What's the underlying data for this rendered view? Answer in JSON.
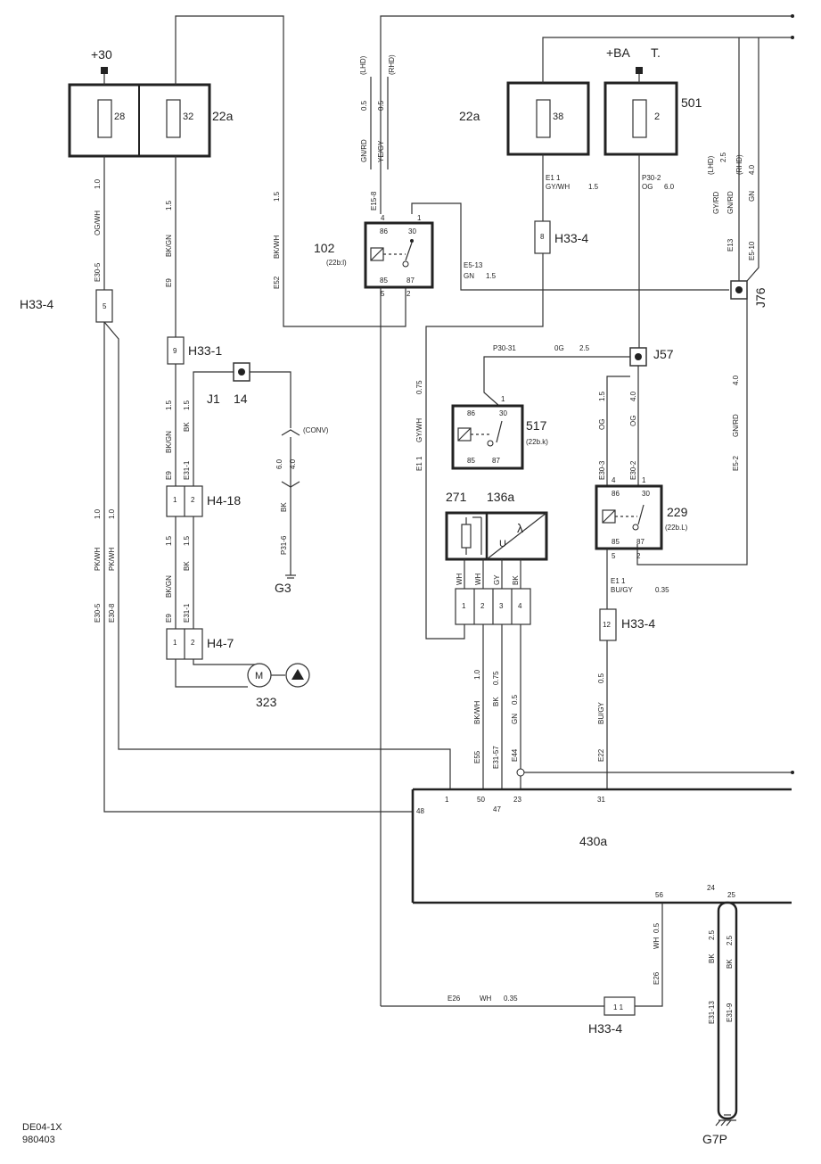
{
  "document": {
    "code": "DE04-1X",
    "date": "980403"
  },
  "power": {
    "plus30": "+30",
    "batt_a": "+BA",
    "batt_b": "T."
  },
  "components": {
    "fusebox_left": {
      "fuse_a": "28",
      "fuse_b": "32",
      "label": "22a"
    },
    "fusebox_right": {
      "fuse": "38",
      "label": "22a"
    },
    "fuse_501": {
      "fuse": "2",
      "label": "501"
    },
    "relay_102": {
      "id": "102",
      "loc": "(22b:l)",
      "p86": "86",
      "p30": "30",
      "p85": "85",
      "p87": "87",
      "pin4": "4",
      "pin1": "1",
      "pin5": "5",
      "pin2": "2"
    },
    "relay_517": {
      "id": "517",
      "loc": "(22b.k)",
      "p86": "86",
      "p30": "30",
      "p85": "85",
      "p87": "87",
      "pin1": "1"
    },
    "relay_229": {
      "id": "229",
      "loc": "(22b.L)",
      "p86": "86",
      "p30": "30",
      "p85": "85",
      "p87": "87",
      "pin4": "4",
      "pin1": "1",
      "pin5": "5",
      "pin2": "2"
    },
    "sensor_271": "271",
    "sensor_136a": "136a",
    "sensor_u": "U",
    "sensor_pins": [
      "1",
      "2",
      "3",
      "4"
    ],
    "ecu": {
      "id": "430a",
      "pins_top": [
        "48",
        "1",
        "50",
        "47",
        "23",
        "31"
      ],
      "pins_bottom": [
        "56",
        "24",
        "25"
      ]
    },
    "motor": {
      "id": "323",
      "symbol": "M"
    },
    "junction_j1": {
      "id": "J1",
      "num": "14"
    },
    "junction_j57": "J57",
    "junction_j76": "J76",
    "ground_g3": "G3",
    "ground_g7p": "G7P"
  },
  "connectors": {
    "h33_4_left": {
      "label": "H33-4",
      "pin": "5"
    },
    "h33_1": {
      "label": "H33-1",
      "pin": "9"
    },
    "h33_4_mid": {
      "label": "H33-4",
      "pin": "8"
    },
    "h33_4_12": {
      "label": "H33-4",
      "pin": "12"
    },
    "h33_4_11": {
      "label": "H33-4",
      "pin": "1 1"
    },
    "h4_18": {
      "label": "H4-18",
      "p1": "1",
      "p2": "2"
    },
    "h4_7": {
      "label": "H4-7",
      "p1": "1",
      "p2": "2"
    }
  },
  "wires": {
    "w1_size": "1.0",
    "w1_color": "OG/WH",
    "w1_id": "E30-5",
    "w2_size": "1.5",
    "w2_color": "BK/GN",
    "w2_id": "E9",
    "w3_size": "1.5",
    "w3_color": "BK/WH",
    "w3_id": "E52",
    "w4_lhd": "(LHD)",
    "w4_rhd": "(RHD)",
    "w4_size_a": "0.5",
    "w4_size_b": "0.5",
    "w4_color_a": "GN/RD",
    "w4_color_b": "YE/GY",
    "w4_id": "E15-8",
    "w5_text": "E5-13",
    "w5_color": "GN",
    "w5_size": "1.5",
    "w6_id": "E1  1",
    "w6_color": "GY/WH",
    "w6_size": "1.5",
    "w7_id": "P30-2",
    "w7_color": "OG",
    "w7_size": "6.0",
    "w8_lhd": "(LHD)",
    "w8_rhd": "(RHD)",
    "w8_size": "2.5",
    "w8_color_a": "GY/RD",
    "w8_color_b": "GN/RD",
    "w8_id": "E13",
    "w8_size2": "4.0",
    "w8_color_c": "GN",
    "w8_id2": "E5-10",
    "w9_id": "P30-31",
    "w9_color": "0G",
    "w9_size": "2.5",
    "w10_size": "0.75",
    "w10_color": "GY/WH",
    "w10_id": "E1  1",
    "w11_size": "1.5",
    "w11_color": "OG",
    "w11_id": "E30-3",
    "w12_size": "4.0",
    "w12_color": "OG",
    "w12_id": "E30-2",
    "w13_size": "4.0",
    "w13_color": "GN/RD",
    "w13_id": "E5-2",
    "w14_size_a": "1.5",
    "w14_color_a": "BK/GN",
    "w14_id_a": "E9",
    "w14_size_b": "1.5",
    "w14_color_b": "BK",
    "w14_id_b": "E31-1",
    "w15_size_a": "1.5",
    "w15_color_a": "BK/GN",
    "w15_id_a": "E9",
    "w15_size_b": "1.5",
    "w15_color_b": "BK",
    "w15_id_b": "E31-1",
    "w16_conv": "(CONV)",
    "w16_size_a": "6.0",
    "w16_size_b": "4.0",
    "w16_color": "BK",
    "w16_id": "P31-6",
    "w17_size_a": "1.0",
    "w17_size_b": "1.0",
    "w17_color_a": "PK/WH",
    "w17_color_b": "PK/WH",
    "w17_id_a": "E30-5",
    "w17_id_b": "E30-8",
    "w18_id": "E1  1",
    "w18_color": "BU/GY",
    "w18_size": "0.35",
    "sens_wh1": "WH",
    "sens_wh2": "WH",
    "sens_gy": "GY",
    "sens_bk": "BK",
    "w19_size": "1.0",
    "w19_color": "BK/WH",
    "w19_id": "E55",
    "w20_size": "0.75",
    "w20_color": "BK",
    "w20_id": "E31-57",
    "w21_size": "0.5",
    "w21_color": "GN",
    "w21_id": "E44",
    "w22_size": "0.5",
    "w22_color": "BU/GY",
    "w22_id": "E22",
    "w23_size": "0.5",
    "w23_color": "WH",
    "w23_id": "E26",
    "w24_id": "E26",
    "w24_color": "WH",
    "w24_size": "0.35",
    "w25_size_a": "2.5",
    "w25_size_b": "2.5",
    "w25_color_a": "BK",
    "w25_color_b": "BK",
    "w25_id_a": "E31-13",
    "w25_id_b": "E31-9"
  }
}
